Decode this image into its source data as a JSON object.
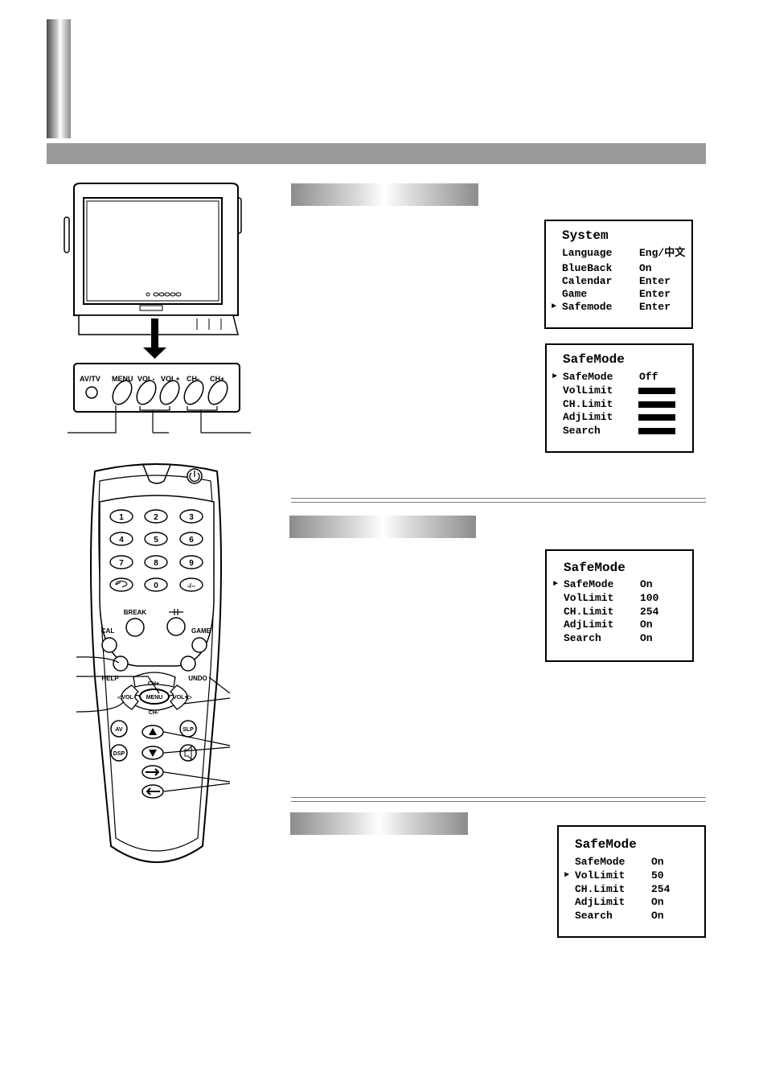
{
  "panel_labels": [
    "AV/TV",
    "MENU",
    "VOL-",
    "VOL+",
    "CH-",
    "CH+"
  ],
  "remote": {
    "digits": [
      "1",
      "2",
      "3",
      "4",
      "5",
      "6",
      "7",
      "8",
      "9",
      "0",
      "-/--"
    ],
    "break": "BREAK",
    "cal": "CAL",
    "game": "GAME",
    "help": "HELP",
    "undo": "UNDO",
    "ch_plus": "CH+",
    "ch_minus": "CH-",
    "vol_minus": "◁VOL-",
    "vol_plus": "VOL+▷",
    "menu": "MENU",
    "av": "AV",
    "dsp": "DSP",
    "slp": "SLP"
  },
  "system_menu": {
    "title": "System",
    "rows": [
      {
        "label": "Language",
        "value": "Eng/中文",
        "selected": false
      },
      {
        "label": "BlueBack",
        "value": "On",
        "selected": false
      },
      {
        "label": "Calendar",
        "value": "Enter",
        "selected": false
      },
      {
        "label": "Game",
        "value": "Enter",
        "selected": false
      },
      {
        "label": "Safemode",
        "value": "Enter",
        "selected": true
      }
    ]
  },
  "safemode_menu_1": {
    "title": "SafeMode",
    "rows": [
      {
        "label": "SafeMode",
        "value": "Off",
        "selected": true
      },
      {
        "label": "VolLimit",
        "value": "",
        "selected": false
      },
      {
        "label": "CH.Limit",
        "value": "",
        "selected": false
      },
      {
        "label": "AdjLimit",
        "value": "",
        "selected": false
      },
      {
        "label": "Search",
        "value": "",
        "selected": false
      }
    ]
  },
  "safemode_menu_2": {
    "title": "SafeMode",
    "rows": [
      {
        "label": "SafeMode",
        "value": "On",
        "selected": true
      },
      {
        "label": "VolLimit",
        "value": "100",
        "selected": false
      },
      {
        "label": "CH.Limit",
        "value": "254",
        "selected": false
      },
      {
        "label": "AdjLimit",
        "value": "On",
        "selected": false
      },
      {
        "label": "Search",
        "value": "On",
        "selected": false
      }
    ]
  },
  "safemode_menu_3": {
    "title": "SafeMode",
    "rows": [
      {
        "label": "SafeMode",
        "value": "On",
        "selected": false
      },
      {
        "label": "VolLimit",
        "value": "50",
        "selected": true
      },
      {
        "label": "CH.Limit",
        "value": "254",
        "selected": false
      },
      {
        "label": "AdjLimit",
        "value": "On",
        "selected": false
      },
      {
        "label": "Search",
        "value": "On",
        "selected": false
      }
    ]
  },
  "pointer_glyph": "►"
}
